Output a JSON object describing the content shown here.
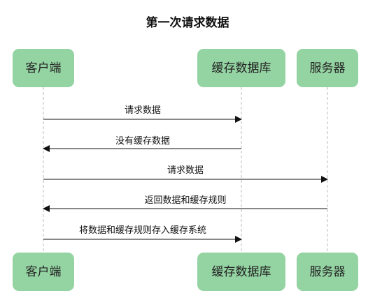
{
  "title": "第一次请求数据",
  "colors": {
    "actor_fill": "#94d3a2",
    "arrow": "#111111",
    "lifeline": "#bdbdbd"
  },
  "actors": [
    {
      "id": "client",
      "label": "客户端"
    },
    {
      "id": "cache",
      "label": "缓存数据库"
    },
    {
      "id": "server",
      "label": "服务器"
    }
  ],
  "messages": [
    {
      "from": "client",
      "to": "cache",
      "label": "请求数据"
    },
    {
      "from": "cache",
      "to": "client",
      "label": "没有缓存数据"
    },
    {
      "from": "client",
      "to": "server",
      "label": "请求数据"
    },
    {
      "from": "server",
      "to": "client",
      "label": "返回数据和缓存规则"
    },
    {
      "from": "client",
      "to": "cache",
      "label": "将数据和缓存规则存入缓存系统"
    }
  ]
}
